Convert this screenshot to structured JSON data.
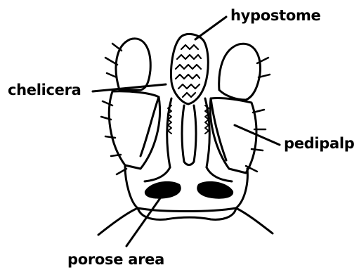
{
  "diagram": {
    "labels": {
      "hypostome": "hypostome",
      "chelicera": "chelicera",
      "pedipalp": "pedipalp",
      "porose_area": "porose area"
    },
    "colors": {
      "ink": "#000000",
      "background": "#ffffff"
    }
  }
}
